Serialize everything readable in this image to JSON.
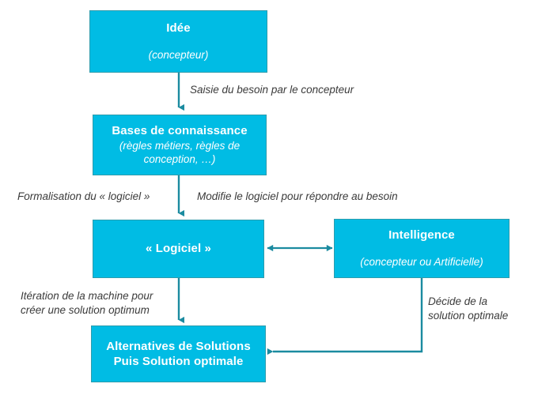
{
  "diagram": {
    "colors": {
      "node_fill": "#00bce4",
      "node_border": "#2e9cad",
      "node_text": "#ffffff",
      "connector": "#1b8ba0",
      "label_text": "#3b3b3b",
      "background": "#ffffff"
    },
    "nodes": [
      {
        "id": "idee",
        "title": "Idée",
        "subtitle": "(concepteur)"
      },
      {
        "id": "bases",
        "title": "Bases de connaissance",
        "subtitle": "(règles métiers, règles de conception, …)"
      },
      {
        "id": "logiciel",
        "title": "« Logiciel »",
        "subtitle": ""
      },
      {
        "id": "intelligence",
        "title": "Intelligence",
        "subtitle": "(concepteur ou Artificielle)"
      },
      {
        "id": "solutions",
        "title_line1": "Alternatives de Solutions",
        "title_line2": "Puis Solution optimale",
        "subtitle": ""
      }
    ],
    "edge_labels": [
      {
        "id": "saisie",
        "text": "Saisie du besoin par le concepteur"
      },
      {
        "id": "formalisation",
        "text": "Formalisation du « logiciel »"
      },
      {
        "id": "modifie",
        "text": "Modifie le logiciel pour répondre au besoin"
      },
      {
        "id": "iteration",
        "text": "Itération de la machine pour\ncréer une solution optimum"
      },
      {
        "id": "decide",
        "text": "Décide de la\nsolution optimale"
      }
    ]
  }
}
